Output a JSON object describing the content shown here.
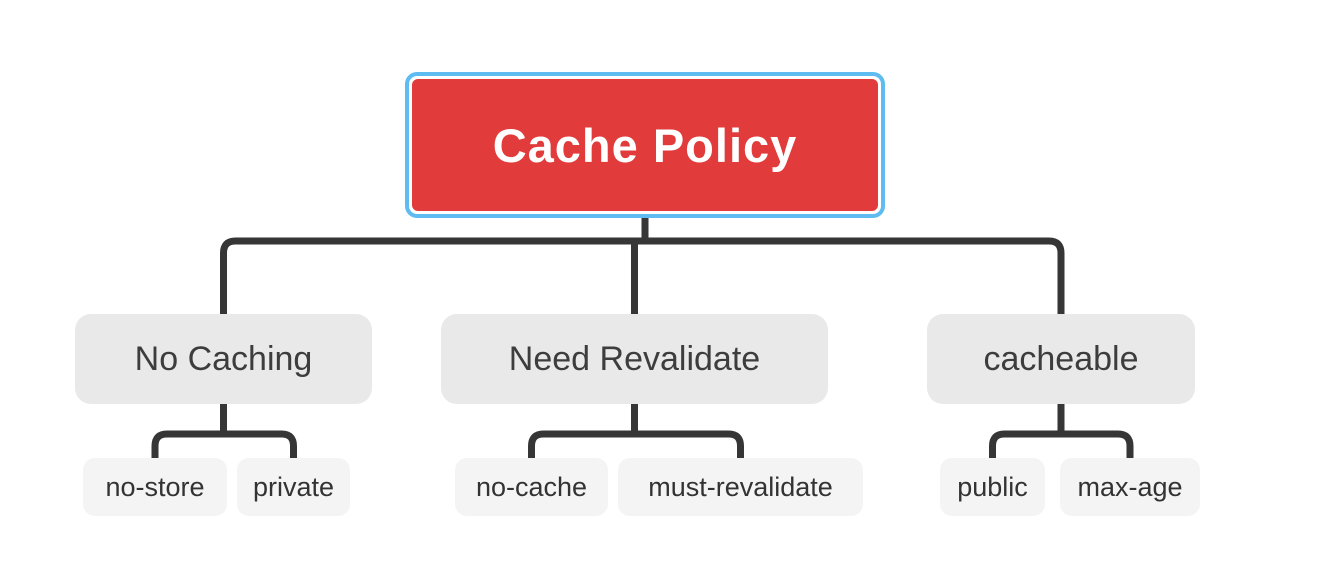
{
  "diagram": {
    "type": "mind-map-tree",
    "root": {
      "label": "Cache Policy",
      "selected": true
    },
    "branches": [
      {
        "label": "No Caching",
        "children": [
          {
            "label": "no-store"
          },
          {
            "label": "private"
          }
        ]
      },
      {
        "label": "Need Revalidate",
        "children": [
          {
            "label": "no-cache"
          },
          {
            "label": "must-revalidate"
          }
        ]
      },
      {
        "label": "cacheable",
        "children": [
          {
            "label": "public"
          },
          {
            "label": "max-age"
          }
        ]
      }
    ],
    "colors": {
      "root_fill": "#e23b3b",
      "root_text": "#ffffff",
      "selection_border": "#5fbcf1",
      "branch_fill": "#e9e9e9",
      "branch_text": "#3d3d3d",
      "leaf_fill": "#f4f4f4",
      "leaf_text": "#333333",
      "connector_line": "#363636",
      "background": "#ffffff"
    }
  }
}
